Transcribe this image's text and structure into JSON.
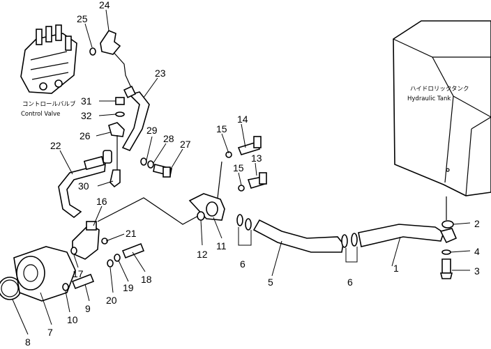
{
  "diagram": {
    "labels": {
      "control_valve_jp": "コントロールバルブ",
      "control_valve_en": "Control  Valve",
      "tank_jp": "ハイドロリックタンク",
      "tank_en": "Hydraulic  Tank"
    },
    "callouts": {
      "n1": "1",
      "n2": "2",
      "n3": "3",
      "n4": "4",
      "n5": "5",
      "n6a": "6",
      "n6b": "6",
      "n7": "7",
      "n8": "8",
      "n9": "9",
      "n10": "10",
      "n11": "11",
      "n12": "12",
      "n13": "13",
      "n14": "14",
      "n15a": "15",
      "n15b": "15",
      "n16": "16",
      "n17": "17",
      "n18": "18",
      "n19": "19",
      "n20": "20",
      "n21": "21",
      "n22": "22",
      "n23": "23",
      "n24": "24",
      "n25": "25",
      "n26": "26",
      "n27": "27",
      "n28": "28",
      "n29": "29",
      "n30": "30",
      "n31": "31",
      "n32": "32"
    }
  }
}
